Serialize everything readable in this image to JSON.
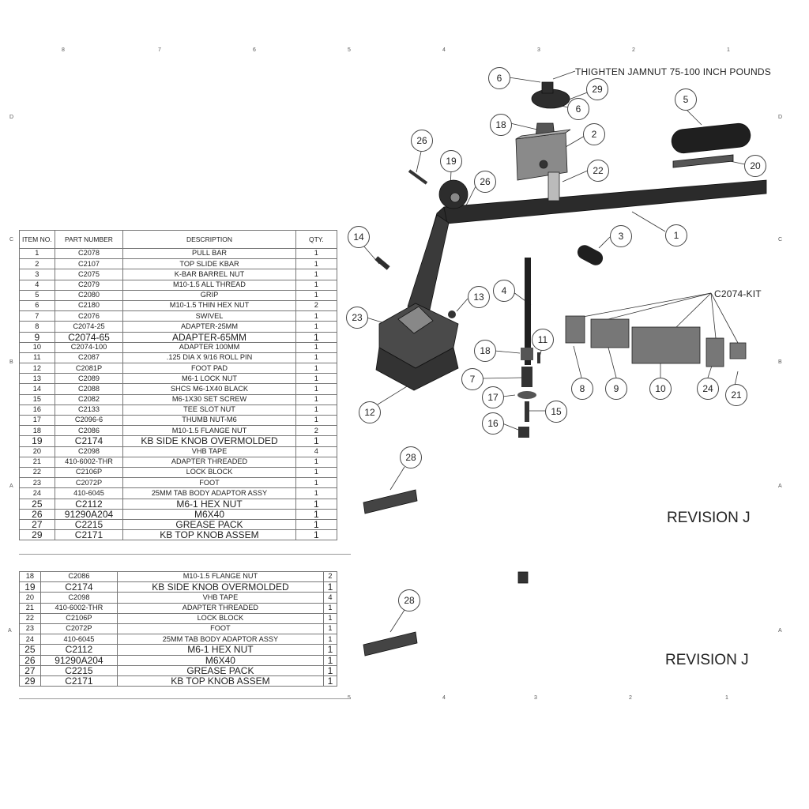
{
  "zones": {
    "top": [
      "8",
      "7",
      "6",
      "5",
      "4",
      "3",
      "2",
      "1"
    ],
    "side_top": [
      "D",
      "C",
      "B",
      "A"
    ]
  },
  "bom_headers": [
    "ITEM NO.",
    "PART NUMBER",
    "DESCRIPTION",
    "QTY."
  ],
  "bom_rows": [
    {
      "item": "1",
      "part": "C2078",
      "desc": "PULL BAR",
      "qty": "1"
    },
    {
      "item": "2",
      "part": "C2107",
      "desc": "TOP SLIDE KBAR",
      "qty": "1"
    },
    {
      "item": "3",
      "part": "C2075",
      "desc": "K-BAR BARREL NUT",
      "qty": "1"
    },
    {
      "item": "4",
      "part": "C2079",
      "desc": "M10-1.5 ALL THREAD",
      "qty": "1"
    },
    {
      "item": "5",
      "part": "C2080",
      "desc": "GRIP",
      "qty": "1"
    },
    {
      "item": "6",
      "part": "C2180",
      "desc": "M10-1.5 THIN HEX NUT",
      "qty": "2"
    },
    {
      "item": "7",
      "part": "C2076",
      "desc": "SWIVEL",
      "qty": "1"
    },
    {
      "item": "8",
      "part": "C2074-25",
      "desc": "ADAPTER-25MM",
      "qty": "1"
    },
    {
      "item": "9",
      "part": "C2074-65",
      "desc": "ADAPTER-65MM",
      "qty": "1",
      "big": true
    },
    {
      "item": "10",
      "part": "C2074-100",
      "desc": "ADAPTER 100MM",
      "qty": "1"
    },
    {
      "item": "11",
      "part": "C2087",
      "desc": ".125 DIA X 9/16 ROLL PIN",
      "qty": "1"
    },
    {
      "item": "12",
      "part": "C2081P",
      "desc": "FOOT PAD",
      "qty": "1"
    },
    {
      "item": "13",
      "part": "C2089",
      "desc": "M6-1 LOCK NUT",
      "qty": "1"
    },
    {
      "item": "14",
      "part": "C2088",
      "desc": "SHCS M6-1X40 BLACK",
      "qty": "1"
    },
    {
      "item": "15",
      "part": "C2082",
      "desc": "M6-1X30 SET SCREW",
      "qty": "1"
    },
    {
      "item": "16",
      "part": "C2133",
      "desc": "TEE SLOT NUT",
      "qty": "1"
    },
    {
      "item": "17",
      "part": "C2096-6",
      "desc": "THUMB NUT-M6",
      "qty": "1"
    },
    {
      "item": "18",
      "part": "C2086",
      "desc": "M10-1.5 FLANGE NUT",
      "qty": "2"
    },
    {
      "item": "19",
      "part": "C2174",
      "desc": "KB SIDE KNOB OVERMOLDED",
      "qty": "1",
      "big": true
    },
    {
      "item": "20",
      "part": "C2098",
      "desc": "VHB TAPE",
      "qty": "4"
    },
    {
      "item": "21",
      "part": "410-6002-THR",
      "desc": "ADAPTER THREADED",
      "qty": "1"
    },
    {
      "item": "22",
      "part": "C2106P",
      "desc": "LOCK BLOCK",
      "qty": "1"
    },
    {
      "item": "23",
      "part": "C2072P",
      "desc": "FOOT",
      "qty": "1"
    },
    {
      "item": "24",
      "part": "410-6045",
      "desc": "25MM TAB BODY ADAPTOR ASSY",
      "qty": "1"
    },
    {
      "item": "25",
      "part": "C2112",
      "desc": "M6-1 HEX NUT",
      "qty": "1",
      "big": true
    },
    {
      "item": "26",
      "part": "91290A204",
      "desc": "M6X40",
      "qty": "1",
      "big": true
    },
    {
      "item": "27",
      "part": "C2215",
      "desc": "GREASE PACK",
      "qty": "1",
      "big": true
    },
    {
      "item": "29",
      "part": "C2171",
      "desc": "KB TOP KNOB ASSEM",
      "qty": "1",
      "big": true
    }
  ],
  "bom_rows_dup": [
    {
      "item": "18",
      "part": "C2086",
      "desc": "M10-1.5 FLANGE NUT",
      "qty": "2"
    },
    {
      "item": "19",
      "part": "C2174",
      "desc": "KB SIDE KNOB OVERMOLDED",
      "qty": "1",
      "big": true
    },
    {
      "item": "20",
      "part": "C2098",
      "desc": "VHB TAPE",
      "qty": "4"
    },
    {
      "item": "21",
      "part": "410-6002-THR",
      "desc": "ADAPTER THREADED",
      "qty": "1"
    },
    {
      "item": "22",
      "part": "C2106P",
      "desc": "LOCK BLOCK",
      "qty": "1"
    },
    {
      "item": "23",
      "part": "C2072P",
      "desc": "FOOT",
      "qty": "1"
    },
    {
      "item": "24",
      "part": "410-6045",
      "desc": "25MM TAB BODY ADAPTOR ASSY",
      "qty": "1"
    },
    {
      "item": "25",
      "part": "C2112",
      "desc": "M6-1 HEX NUT",
      "qty": "1",
      "big": true
    },
    {
      "item": "26",
      "part": "91290A204",
      "desc": "M6X40",
      "qty": "1",
      "big": true
    },
    {
      "item": "27",
      "part": "C2215",
      "desc": "GREASE PACK",
      "qty": "1",
      "big": true
    },
    {
      "item": "29",
      "part": "C2171",
      "desc": "KB TOP KNOB ASSEM",
      "qty": "1",
      "big": true
    }
  ],
  "notes": {
    "jamnut": "THIGHTEN JAMNUT 75-100 INCH POUNDS",
    "kit": "C2074-KIT",
    "revision": "REVISION J"
  },
  "callouts": [
    "1",
    "2",
    "3",
    "4",
    "5",
    "6",
    "6",
    "7",
    "8",
    "9",
    "10",
    "11",
    "12",
    "13",
    "14",
    "15",
    "16",
    "17",
    "18",
    "18",
    "19",
    "20",
    "21",
    "22",
    "23",
    "24",
    "26",
    "26",
    "28",
    "29",
    "28"
  ]
}
